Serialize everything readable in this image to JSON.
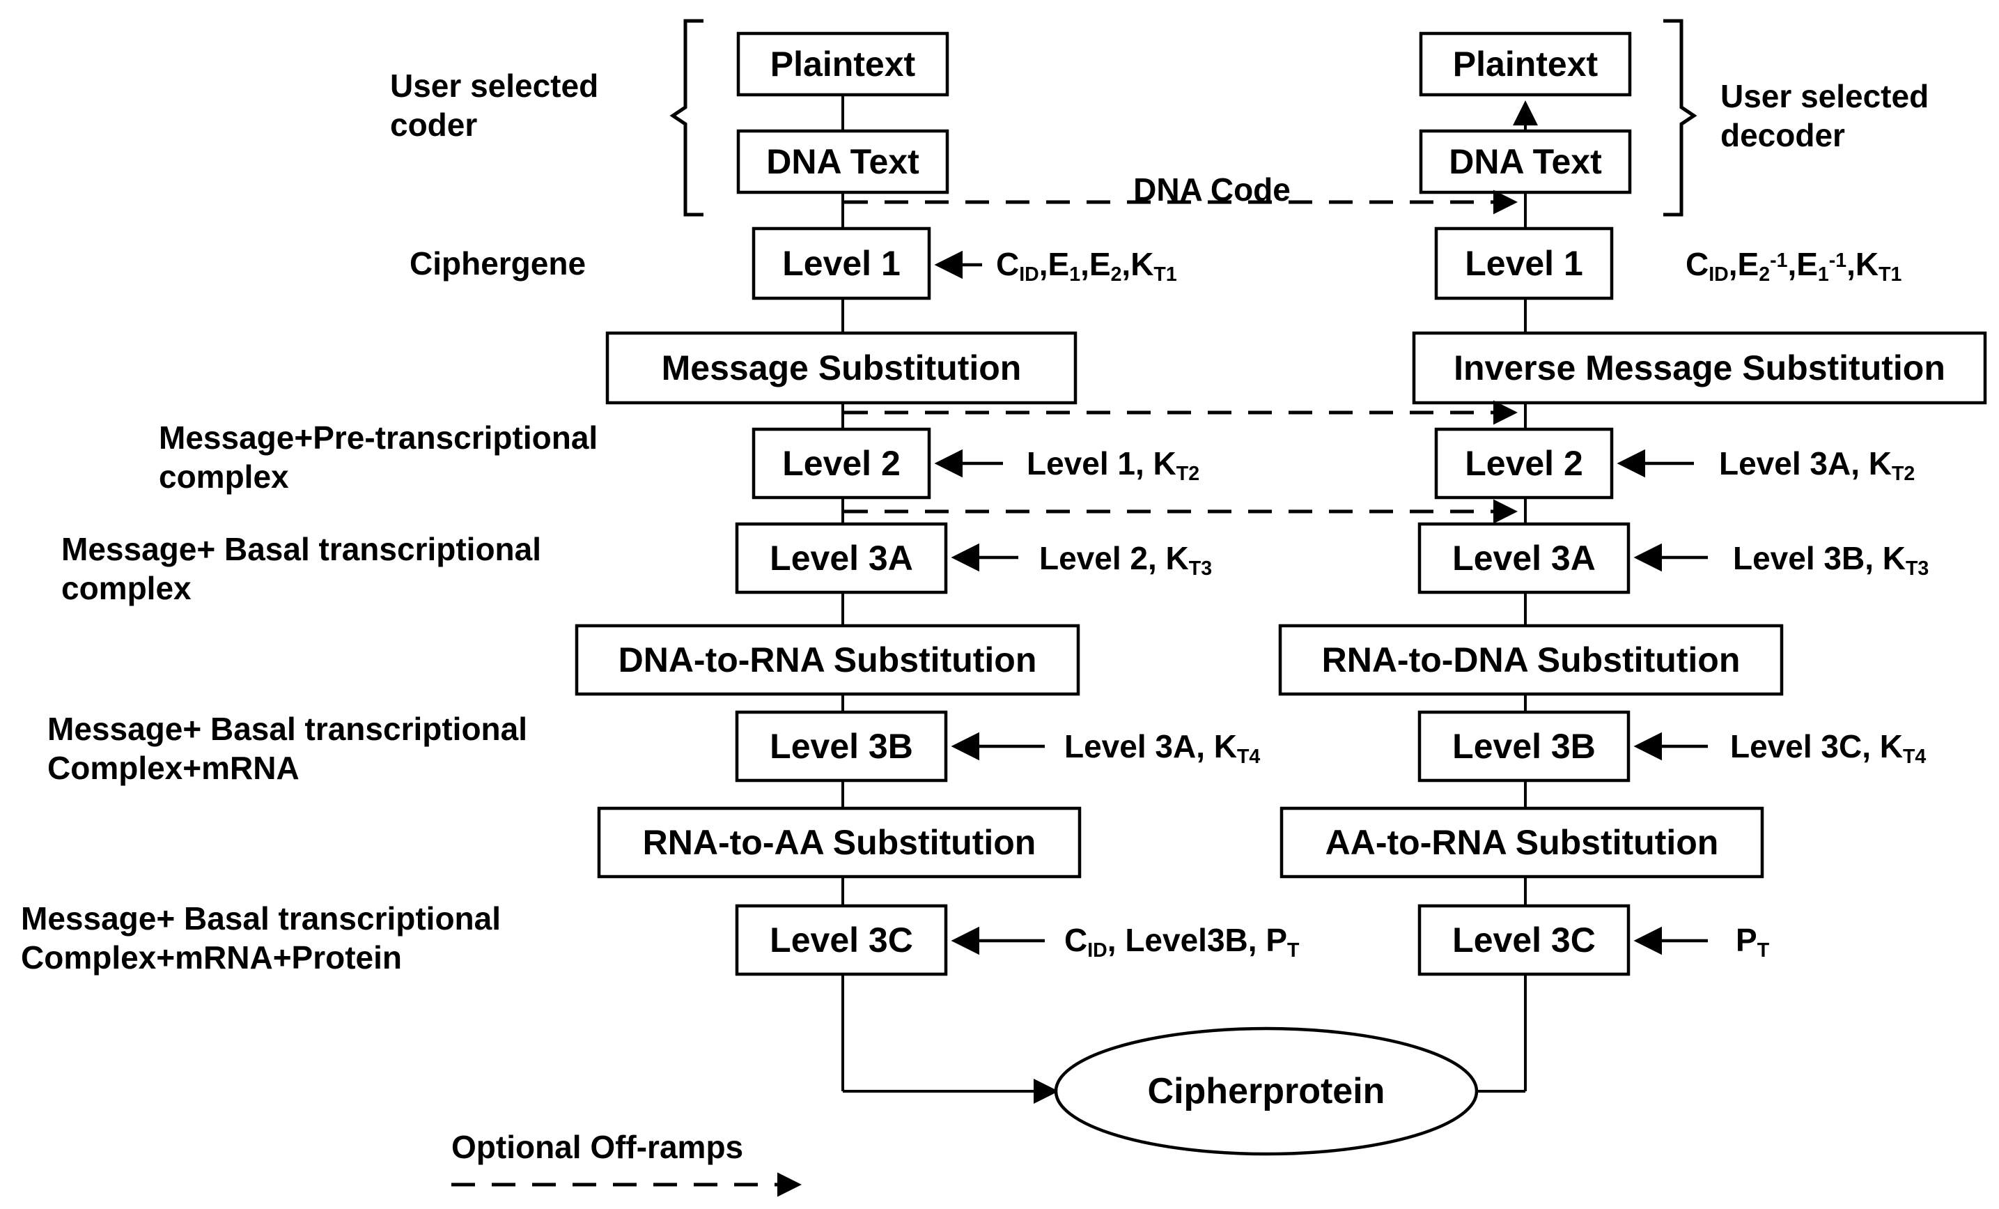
{
  "diagram": {
    "title": "Ciphergene coder / decoder pipeline",
    "side_labels": {
      "user_selected_coder": "User selected\ncoder",
      "user_selected_decoder": "User selected\ndecoder",
      "ciphergene": "Ciphergene",
      "level2_desc": "Message+Pre-transcriptional\ncomplex",
      "level3a_desc": "Message+ Basal transcriptional\ncomplex",
      "level3b_desc": "Message+ Basal transcriptional\nComplex+mRNA",
      "level3c_desc": "Message+ Basal transcriptional\nComplex+mRNA+Protein",
      "optional_offramps": "Optional Off-ramps"
    },
    "edge_labels": {
      "dna_code": "DNA Code"
    },
    "coder_column": {
      "nodes": [
        {
          "id": "plaintext",
          "label": "Plaintext"
        },
        {
          "id": "dna-text",
          "label": "DNA Text"
        },
        {
          "id": "level-1",
          "label": "Level 1"
        },
        {
          "id": "message-substitution",
          "label": "Message Substitution"
        },
        {
          "id": "level-2",
          "label": "Level 2"
        },
        {
          "id": "level-3a",
          "label": "Level 3A"
        },
        {
          "id": "dna-to-rna-substitution",
          "label": "DNA-to-RNA Substitution"
        },
        {
          "id": "level-3b",
          "label": "Level 3B"
        },
        {
          "id": "rna-to-aa-substitution",
          "label": "RNA-to-AA Substitution"
        },
        {
          "id": "level-3c",
          "label": "Level 3C"
        }
      ],
      "inputs": {
        "level1_key": {
          "base": "C",
          "sub": "ID",
          "rest": ",E",
          "sub2": "1",
          "rest2": ",E",
          "sub3": "2",
          "rest3": ",K",
          "sub4": "T1"
        },
        "level1_text": "C(ID),E(1),E(2),K(T1)",
        "level2_text": "Level 1, K(T2)",
        "level3a_text": "Level 2, K(T3)",
        "level3b_text": "Level 3A, K(T4)",
        "level3c_text": "C(ID), Level3B, P(T)"
      }
    },
    "decoder_column": {
      "nodes": [
        {
          "id": "plaintext",
          "label": "Plaintext"
        },
        {
          "id": "dna-text",
          "label": "DNA Text"
        },
        {
          "id": "level-1",
          "label": "Level 1"
        },
        {
          "id": "inverse-message-substitution",
          "label": "Inverse Message Substitution"
        },
        {
          "id": "level-2",
          "label": "Level 2"
        },
        {
          "id": "level-3a",
          "label": "Level 3A"
        },
        {
          "id": "rna-to-dna-substitution",
          "label": "RNA-to-DNA Substitution"
        },
        {
          "id": "level-3b",
          "label": "Level 3B"
        },
        {
          "id": "aa-to-rna-substitution",
          "label": "AA-to-RNA Substitution"
        },
        {
          "id": "level-3c",
          "label": "Level 3C"
        }
      ],
      "inputs": {
        "level1_text": "C(ID),E(2)^-1,E(1)^-1,K(T1)",
        "level2_text": "Level 3A, K(T2)",
        "level3a_text": "Level 3B, K(T3)",
        "level3b_text": "Level 3C, K(T4)",
        "level3c_text": "P(T)"
      }
    },
    "output": {
      "cipherprotein": "Cipherprotein"
    },
    "colors": {
      "stroke": "#000000",
      "fill": "#ffffff",
      "text": "#000000"
    }
  }
}
